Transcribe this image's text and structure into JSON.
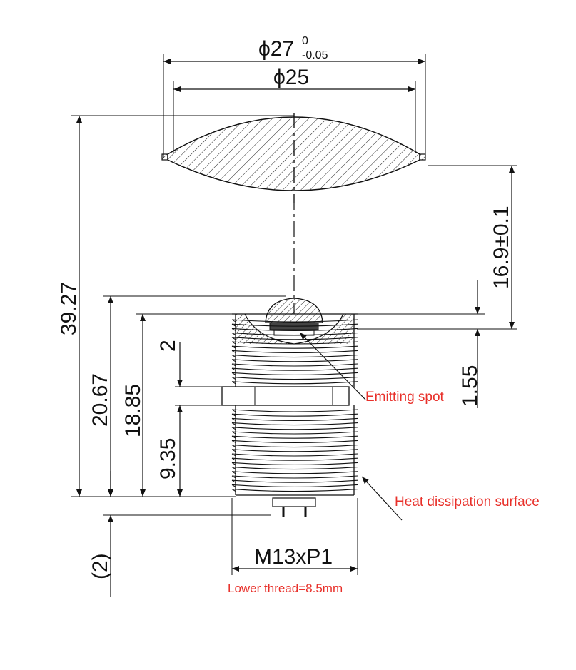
{
  "dimensions": {
    "outer_diameter": "ϕ27",
    "outer_diameter_tol_upper": "0",
    "outer_diameter_tol_lower": "-0.05",
    "inner_diameter": "ϕ25",
    "overall_height": "39.27",
    "lens_to_base_distance": "16.9±0.1",
    "body_height": "20.67",
    "thread_height": "18.85",
    "upper_offset": "2",
    "flange_height": "1.55",
    "lower_thread_height": "9.35",
    "pin_length": "(2)",
    "thread_spec": "M13xP1"
  },
  "annotations": {
    "emitting_spot": "Emitting spot",
    "heat_dissipation": "Heat dissipation surface",
    "lower_thread": "Lower thread=8.5mm"
  },
  "colors": {
    "line": "#111111",
    "annotation": "#e8302a"
  }
}
